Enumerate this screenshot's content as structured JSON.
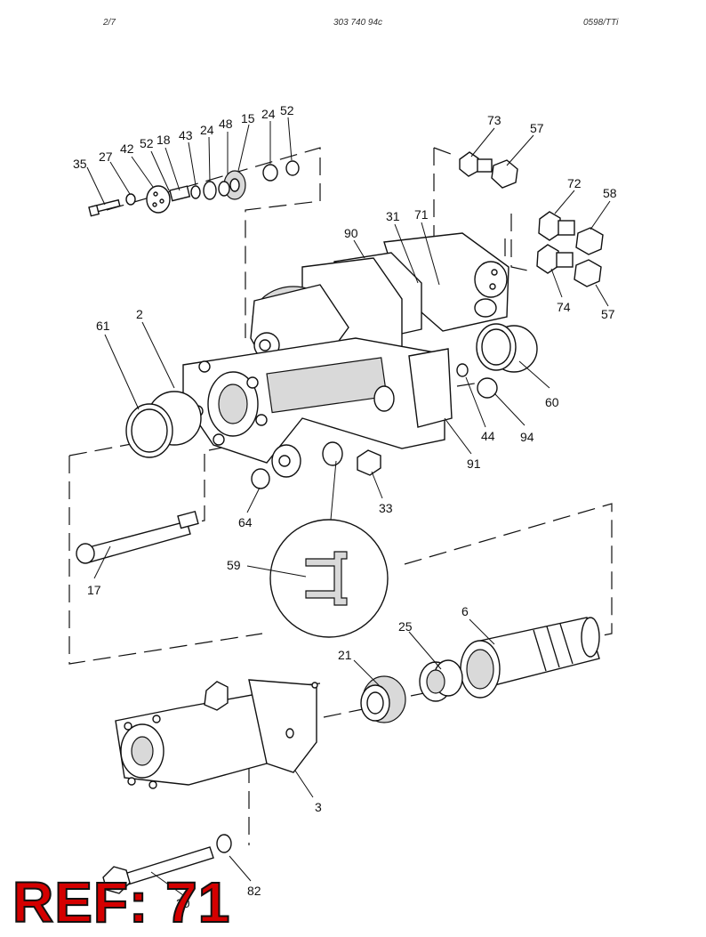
{
  "header": {
    "left": "2/7",
    "center": "303 740 94c",
    "right": "0598/TTi"
  },
  "reference_label": "REF: 71",
  "callouts": [
    "35",
    "27",
    "42",
    "52",
    "18",
    "43",
    "24",
    "48",
    "15",
    "24",
    "52",
    "73",
    "57",
    "72",
    "58",
    "90",
    "31",
    "71",
    "61",
    "2",
    "74",
    "57",
    "60",
    "44",
    "94",
    "91",
    "64",
    "33",
    "17",
    "59",
    "6",
    "25",
    "21",
    "3",
    "82",
    "30"
  ]
}
